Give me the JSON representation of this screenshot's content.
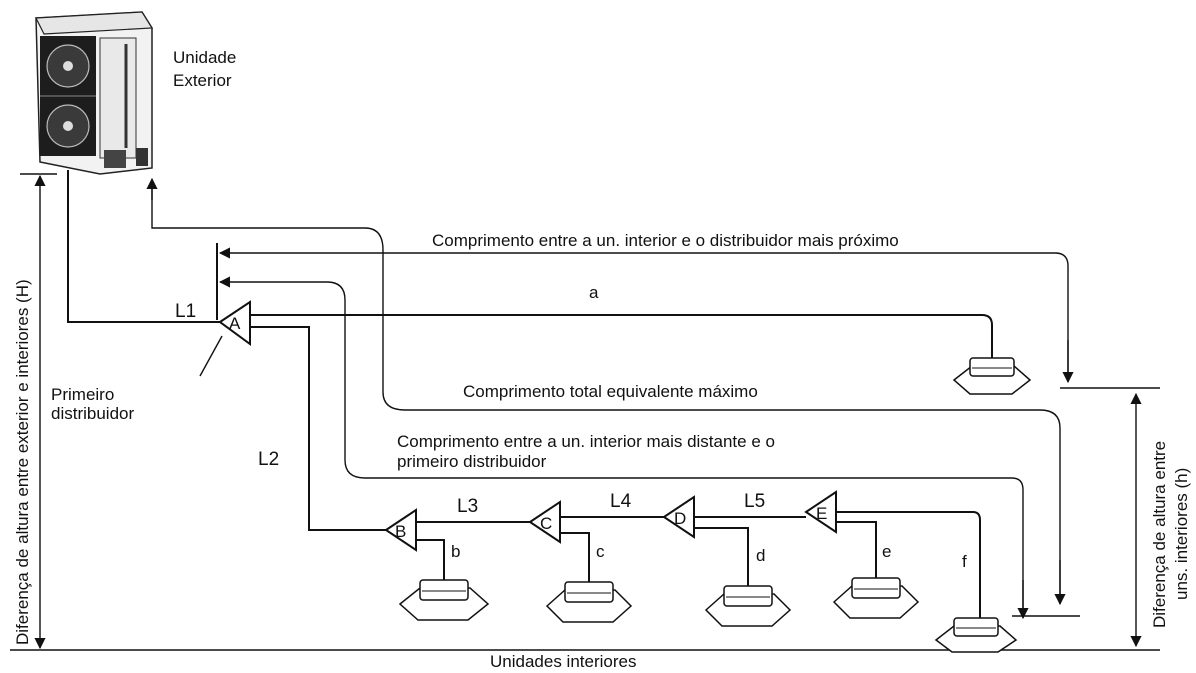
{
  "outdoor_unit": {
    "label_line1": "Unidade",
    "label_line2": "Exterior"
  },
  "labels": {
    "nearest": "Comprimento entre a un. interior e o distribuidor mais próximo",
    "a": "a",
    "L1": "L1",
    "first_dist_line1": "Primeiro",
    "first_dist_line2": "distribuidor",
    "max_total": "Comprimento total equivalente máximo",
    "farthest_line1": "Comprimento entre a un. interior mais distante e o",
    "farthest_line2": "primeiro distribuidor",
    "L2": "L2",
    "L3": "L3",
    "L4": "L4",
    "L5": "L5",
    "b": "b",
    "c": "c",
    "d": "d",
    "e": "e",
    "f": "f",
    "indoor_units": "Unidades interiores",
    "H_line1": "Diferença de altura entre exterior e interiores (H)",
    "h_line1": "Diferença de altura entre",
    "h_line2": "uns. interiores (h)"
  },
  "distributors": [
    "A",
    "B",
    "C",
    "D",
    "E"
  ]
}
